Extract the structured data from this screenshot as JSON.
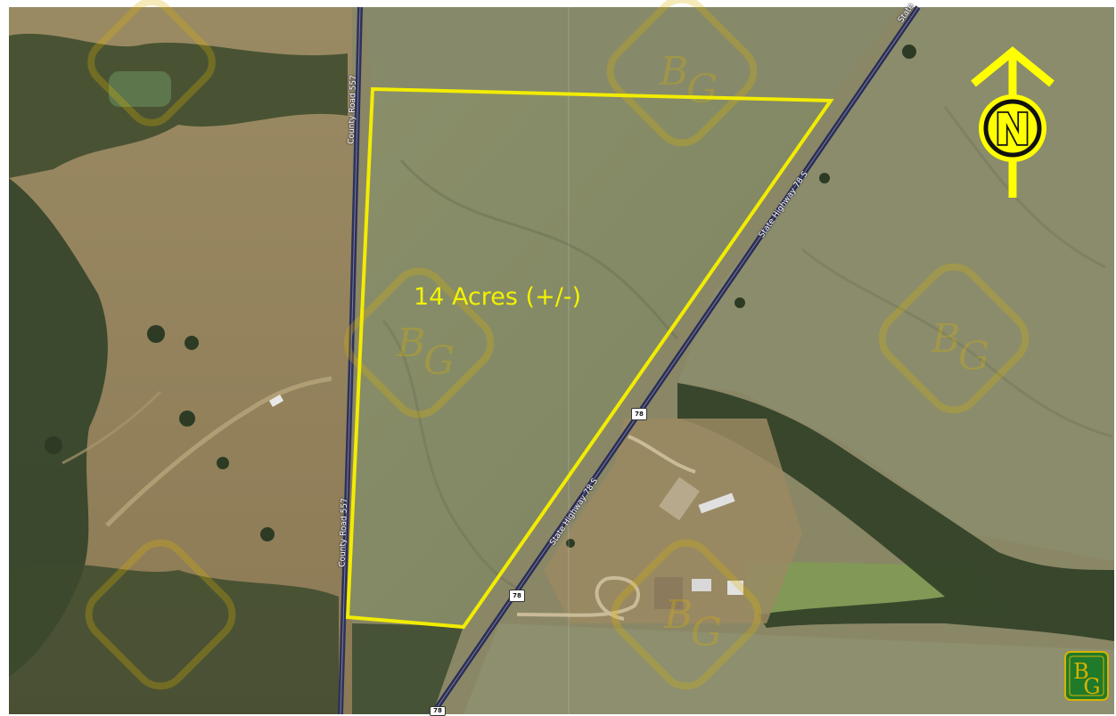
{
  "property": {
    "acreage_label": "14 Acres (+/-)",
    "boundary_color": "#f2ec00"
  },
  "roads": {
    "county_road_upper": "County Road 557",
    "county_road_lower": "County Road 557",
    "state_highway_upper": "State Highway 78 S",
    "state_highway_lower": "State Highway 78 S",
    "state_highway_top_edge": "State",
    "route_shield_1": "78",
    "route_shield_2": "78",
    "route_shield_3": "78"
  },
  "north_arrow": {
    "letter": "N",
    "icon": "north-arrow-icon",
    "color": "#ffff00"
  },
  "branding": {
    "logo_letters_top": "B",
    "logo_letters_bottom": "G",
    "logo_icon": "bg-logo-icon",
    "watermark_icon": "bg-watermark-icon",
    "brand_green": "#1f7a2a",
    "brand_gold": "#d9b200"
  }
}
